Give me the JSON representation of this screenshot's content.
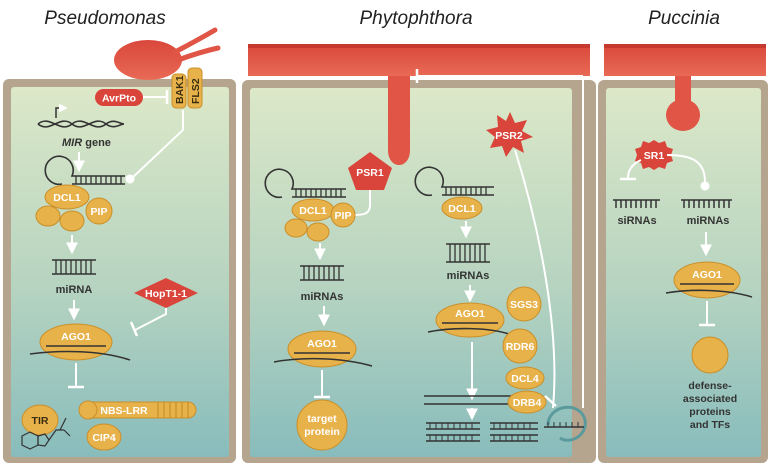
{
  "titles": {
    "left": "Pseudomonas",
    "middle": "Phytophthora",
    "right": "Puccinia"
  },
  "pseudomonas": {
    "avrpto": "AvrPto",
    "bak1": "BAK1",
    "fls2": "FLS2",
    "mir_gene_italic": "MIR",
    "mir_gene_rest": " gene",
    "dcl1": "DCL1",
    "pip": "PIP",
    "mirna": "miRNA",
    "hopt1": "HopT1-1",
    "ago1": "AGO1",
    "tir": "TIR",
    "nbs_lrr": "NBS-LRR",
    "cip4": "CIP4"
  },
  "phytophthora": {
    "psr1": "PSR1",
    "psr2": "PSR2",
    "dcl1_left": "DCL1",
    "pip": "PIP",
    "mirnas_left": "miRNAs",
    "ago1_left": "AGO1",
    "target_line1": "target",
    "target_line2": "protein",
    "dcl1_right": "DCL1",
    "mirnas_right": "miRNAs",
    "ago1_right": "AGO1",
    "sgs3": "SGS3",
    "rdr6": "RDR6",
    "dcl4": "DCL4",
    "drb4": "DRB4"
  },
  "puccinia": {
    "sr1": "SR1",
    "sirnas": "siRNAs",
    "mirnas": "miRNAs",
    "ago1": "AGO1",
    "defense_line1": "defense-",
    "defense_line2": "associated",
    "defense_line3": "proteins",
    "defense_line4": "and TFs"
  },
  "colors": {
    "pathogen_red": "#e05545",
    "effector_red": "#d9453a",
    "protein_gold": "#e8b24a",
    "protein_outline": "#c98f2a",
    "cell_wall": "#b6a58e",
    "cell_top": "#d9e6c6",
    "cell_bottom": "#8fbfbd",
    "rna": "#444444"
  }
}
